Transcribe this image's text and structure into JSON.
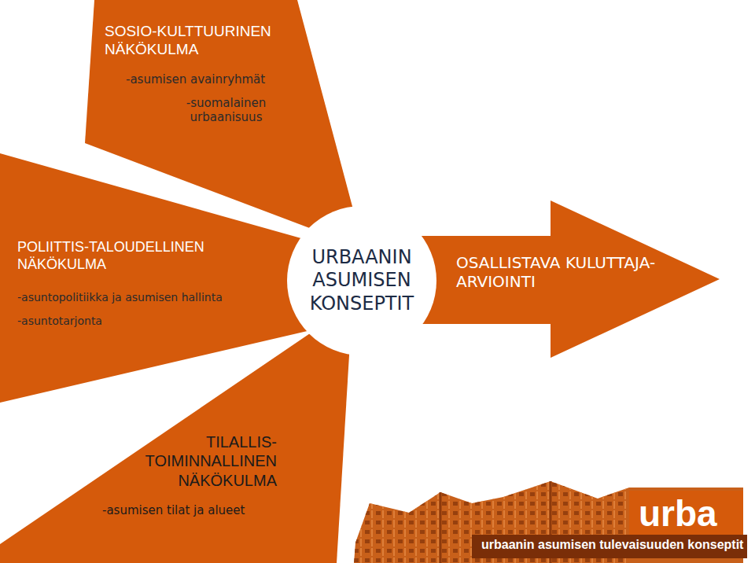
{
  "diagram": {
    "nodes": [
      {
        "text": [
          "SOSIO-KULTTUURINEN NÄKÖKULMA",
          "-asumisen avainryhmät",
          "-suomalainen urbaanisuus"
        ]
      },
      {
        "text": [
          "POLIITTIS-TALOUDELLINEN NÄKÖKULMA",
          "-asuntopolitiikka ja asumisen hallinta",
          "-asuntotarjonta"
        ]
      },
      {
        "text": [
          "URBAANIN ASUMISEN KONSEPTIT"
        ]
      },
      {
        "text": [
          "OSALLISTAVA KULUTTAJA-ARVIOINTI"
        ]
      },
      {
        "text": [
          "TILALLIS- TOIMINNALLINEN NÄKÖKULMA",
          "-asumisen tilat ja alueet"
        ]
      }
    ],
    "labels": [
      "urba",
      "urbaanin asumisen tulevaisuuden konseptit"
    ]
  }
}
